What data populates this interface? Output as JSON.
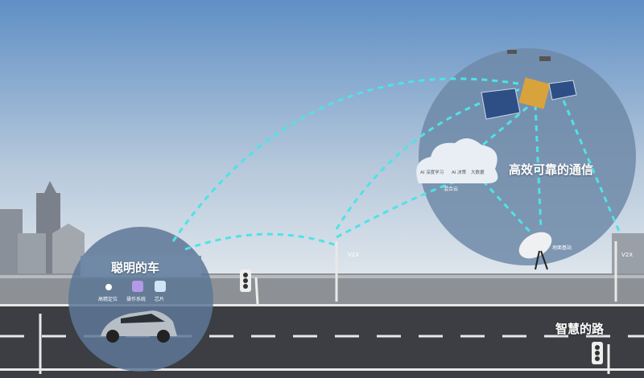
{
  "sections": {
    "smart_car": {
      "title": "聪明的车",
      "features": [
        "高精定位",
        "操作系统",
        "芯片"
      ]
    },
    "communication": {
      "title": "高效可靠的通信",
      "cloud": {
        "label": "混合云",
        "items": [
          "AI 深度学习",
          "AI 决策",
          "大数据"
        ]
      },
      "ground_station": "地面基站"
    },
    "smart_road": {
      "title": "智慧的路",
      "v2x_labels": [
        "V2X",
        "V2X"
      ]
    }
  },
  "colors": {
    "link": "#4fe3e6",
    "road": "#3c3e43",
    "sky_top": "#5f8fc5"
  }
}
